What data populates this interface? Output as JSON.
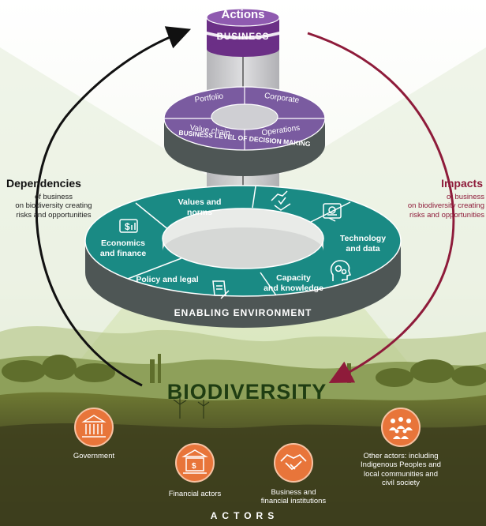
{
  "top": {
    "actions": "Actions",
    "business": "BUSINESS"
  },
  "decision": {
    "portfolio": "Portfolio",
    "corporate": "Corporate",
    "value_chain": "Value chain",
    "operations": "Operations",
    "band": "BUSINESS LEVEL OF DECISION MAKING"
  },
  "enabling": {
    "values_norms": "Values and\nnorms",
    "economics_finance": "Economics\nand finance",
    "technology_data": "Technology\nand data",
    "policy_legal": "Policy and legal",
    "capacity_knowledge": "Capacity\nand knowledge",
    "band": "ENABLING ENVIRONMENT"
  },
  "dependencies": {
    "title": "Dependencies",
    "subtitle": "of business\non biodiversity creating\nrisks and opportunities"
  },
  "impacts": {
    "title": "Impacts",
    "subtitle": "of business\non biodiversity creating\nrisks and opportunities"
  },
  "biodiversity": "BIODIVERSITY",
  "actors": {
    "title": "ACTORS",
    "government": "Government",
    "financial": "Financial actors",
    "business": "Business and\nfinancial institutions",
    "other": "Other actors: including\nIndigenous Peoples and\nlocal communities and\ncivil society"
  },
  "icons": {
    "government": "government-building-icon",
    "financial": "bank-icon",
    "business": "handshake-icon",
    "other": "people-group-icon",
    "economics": "money-chart-icon",
    "values": "hands-check-icon",
    "technology": "data-screen-icon",
    "capacity": "head-gears-icon",
    "policy": "scroll-gavel-icon"
  },
  "colors": {
    "purple": "#7a5ba0",
    "teal": "#1a8a84",
    "dark_band": "#4e5655",
    "impact_red": "#8e1b3a",
    "actor_orange": "#e8753a",
    "ground_dark": "#3f3f1c",
    "biodiversity_green": "#1f3d12"
  }
}
